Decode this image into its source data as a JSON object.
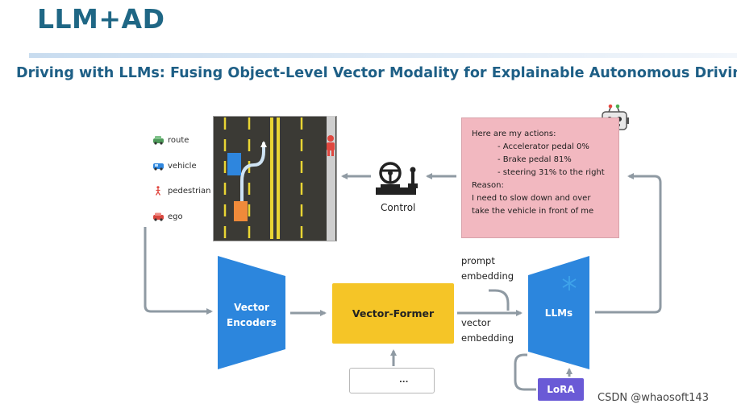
{
  "slide": {
    "title": "LLM+AD",
    "subtitle": "Driving with LLMs: Fusing Object-Level Vector Modality for Explainable Autonomous Driving"
  },
  "legend": {
    "items": [
      {
        "label": "route",
        "icon": "car-icon"
      },
      {
        "label": "vehicle",
        "icon": "vehicle-icon"
      },
      {
        "label": "pedestrian",
        "icon": "pedestrian-icon"
      },
      {
        "label": "ego",
        "icon": "ego-car-icon"
      }
    ]
  },
  "control": {
    "label": "Control",
    "icon": "steering-wheel-icon"
  },
  "actions": {
    "header": "Here are my actions:",
    "items": [
      "- Accelerator pedal 0%",
      "- Brake pedal 81%",
      "- steering 31% to the right"
    ],
    "reason_header": "Reason:",
    "reason_lines": [
      "I need to slow down and over",
      "take the vehicle in front of me"
    ],
    "icon": "robot-icon"
  },
  "blocks": {
    "encoder": [
      "Vector",
      "Encoders"
    ],
    "vector_former": "Vector-Former",
    "llm": "LLMs",
    "lora": "LoRA",
    "tokens_ellipsis": "..."
  },
  "labels": {
    "prompt": [
      "prompt",
      "embedding"
    ],
    "vector": [
      "vector",
      "embedding"
    ]
  },
  "colors": {
    "title": "#1f6785",
    "subtitle": "#1e5f86",
    "encoder_blue": "#2c86dd",
    "vector_former_yellow": "#f5c527",
    "actions_pink": "#f2b8c0",
    "lora_purple": "#6a5ad6",
    "arrow_gray": "#8f9aa3",
    "road": "#3b3a35",
    "lane_yellow": "#e9d534",
    "vehicle_blue": "#2e86de",
    "ego_orange": "#ef8a3a",
    "pedestrian_red": "#e0473f",
    "token_red": "#b94a50",
    "token_yellow": "#f5c527",
    "token_green": "#1a8a63",
    "freeze_icon": "#3fa3ea"
  },
  "watermark": "CSDN @whaosoft143"
}
